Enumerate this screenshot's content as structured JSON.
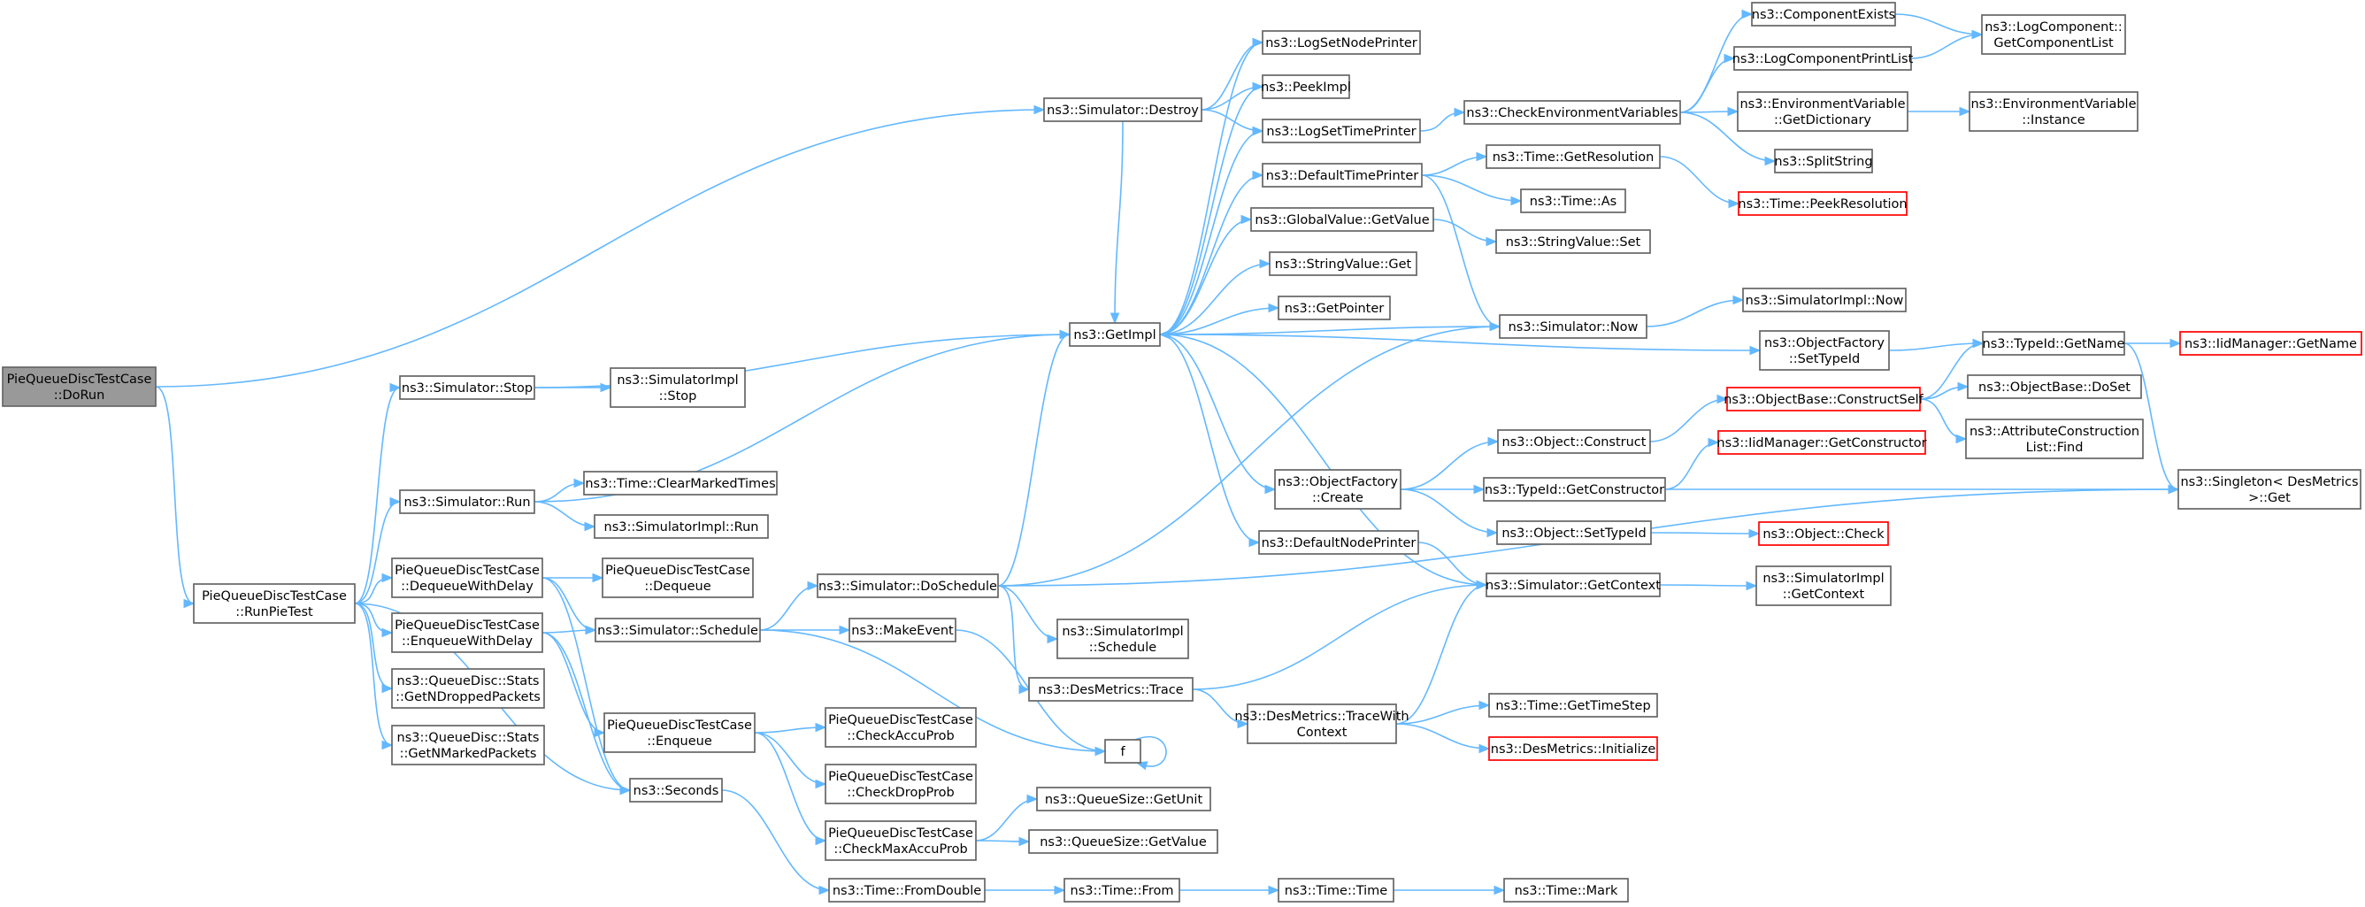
{
  "graph": {
    "colors": {
      "edge": "#63b8ff",
      "node_border": "#666666",
      "root_fill": "#999999",
      "incomplete_border": "#ff0000"
    },
    "nodes": [
      {
        "id": "n0",
        "lines": [
          "PieQueueDiscTestCase",
          "::DoRun"
        ],
        "style": "root"
      },
      {
        "id": "n1",
        "lines": [
          "PieQueueDiscTestCase",
          "::RunPieTest"
        ]
      },
      {
        "id": "n2",
        "lines": [
          "ns3::Simulator::Destroy"
        ]
      },
      {
        "id": "n3",
        "lines": [
          "ns3::GetImpl"
        ]
      },
      {
        "id": "n4",
        "lines": [
          "ns3::LogSetNodePrinter"
        ]
      },
      {
        "id": "n5",
        "lines": [
          "ns3::LogSetTimePrinter"
        ]
      },
      {
        "id": "n6",
        "lines": [
          "ns3::PeekImpl"
        ]
      },
      {
        "id": "n7",
        "lines": [
          "ns3::Simulator::Stop"
        ]
      },
      {
        "id": "n8",
        "lines": [
          "ns3::SimulatorImpl",
          "::Stop"
        ]
      },
      {
        "id": "n9",
        "lines": [
          "ns3::Simulator::Run"
        ]
      },
      {
        "id": "n10",
        "lines": [
          "ns3::Time::ClearMarkedTimes"
        ]
      },
      {
        "id": "n11",
        "lines": [
          "ns3::SimulatorImpl::Run"
        ]
      },
      {
        "id": "n12",
        "lines": [
          "PieQueueDiscTestCase",
          "::DequeueWithDelay"
        ]
      },
      {
        "id": "n13",
        "lines": [
          "PieQueueDiscTestCase",
          "::Dequeue"
        ]
      },
      {
        "id": "n14",
        "lines": [
          "ns3::Simulator::Schedule"
        ]
      },
      {
        "id": "n15",
        "lines": [
          "PieQueueDiscTestCase",
          "::EnqueueWithDelay"
        ]
      },
      {
        "id": "n16",
        "lines": [
          "ns3::QueueDisc::Stats",
          "::GetNDroppedPackets"
        ]
      },
      {
        "id": "n17",
        "lines": [
          "ns3::QueueDisc::Stats",
          "::GetNMarkedPackets"
        ]
      },
      {
        "id": "n18",
        "lines": [
          "PieQueueDiscTestCase",
          "::Enqueue"
        ]
      },
      {
        "id": "n19",
        "lines": [
          "ns3::Seconds"
        ]
      },
      {
        "id": "n20",
        "lines": [
          "ns3::Simulator::DoSchedule"
        ]
      },
      {
        "id": "n21",
        "lines": [
          "ns3::MakeEvent"
        ]
      },
      {
        "id": "n22",
        "lines": [
          "f"
        ]
      },
      {
        "id": "n23",
        "lines": [
          "ns3::SimulatorImpl",
          "::Schedule"
        ]
      },
      {
        "id": "n24",
        "lines": [
          "ns3::DesMetrics::Trace"
        ]
      },
      {
        "id": "n25",
        "lines": [
          "PieQueueDiscTestCase",
          "::CheckAccuProb"
        ]
      },
      {
        "id": "n26",
        "lines": [
          "PieQueueDiscTestCase",
          "::CheckDropProb"
        ]
      },
      {
        "id": "n27",
        "lines": [
          "PieQueueDiscTestCase",
          "::CheckMaxAccuProb"
        ]
      },
      {
        "id": "n28",
        "lines": [
          "ns3::QueueSize::GetUnit"
        ]
      },
      {
        "id": "n29",
        "lines": [
          "ns3::QueueSize::GetValue"
        ]
      },
      {
        "id": "n30",
        "lines": [
          "ns3::Time::FromDouble"
        ]
      },
      {
        "id": "n31",
        "lines": [
          "ns3::Time::From"
        ]
      },
      {
        "id": "n32",
        "lines": [
          "ns3::Time::Time"
        ]
      },
      {
        "id": "n33",
        "lines": [
          "ns3::Time::Mark"
        ]
      },
      {
        "id": "n34",
        "lines": [
          "ns3::DefaultTimePrinter"
        ]
      },
      {
        "id": "n35",
        "lines": [
          "ns3::GlobalValue::GetValue"
        ]
      },
      {
        "id": "n36",
        "lines": [
          "ns3::StringValue::Get"
        ]
      },
      {
        "id": "n37",
        "lines": [
          "ns3::GetPointer"
        ]
      },
      {
        "id": "n38",
        "lines": [
          "ns3::ObjectFactory",
          "::Create"
        ]
      },
      {
        "id": "n39",
        "lines": [
          "ns3::DefaultNodePrinter"
        ]
      },
      {
        "id": "n40",
        "lines": [
          "ns3::CheckEnvironmentVariables"
        ]
      },
      {
        "id": "n41",
        "lines": [
          "ns3::Time::GetResolution"
        ]
      },
      {
        "id": "n42",
        "lines": [
          "ns3::Time::As"
        ]
      },
      {
        "id": "n43",
        "lines": [
          "ns3::StringValue::Set"
        ]
      },
      {
        "id": "n44",
        "lines": [
          "ns3::Simulator::Now"
        ]
      },
      {
        "id": "n45",
        "lines": [
          "ns3::Object::Construct"
        ]
      },
      {
        "id": "n46",
        "lines": [
          "ns3::TypeId::GetConstructor"
        ]
      },
      {
        "id": "n47",
        "lines": [
          "ns3::Object::SetTypeId"
        ]
      },
      {
        "id": "n48",
        "lines": [
          "ns3::Simulator::GetContext"
        ]
      },
      {
        "id": "n49",
        "lines": [
          "ns3::DesMetrics::TraceWith",
          "Context"
        ]
      },
      {
        "id": "n50",
        "lines": [
          "ns3::Time::GetTimeStep"
        ]
      },
      {
        "id": "n51",
        "lines": [
          "ns3::DesMetrics::Initialize"
        ],
        "style": "red"
      },
      {
        "id": "n52",
        "lines": [
          "ns3::ComponentExists"
        ]
      },
      {
        "id": "n53",
        "lines": [
          "ns3::LogComponentPrintList"
        ]
      },
      {
        "id": "n54",
        "lines": [
          "ns3::EnvironmentVariable",
          "::GetDictionary"
        ]
      },
      {
        "id": "n55",
        "lines": [
          "ns3::SplitString"
        ]
      },
      {
        "id": "n56",
        "lines": [
          "ns3::Time::PeekResolution"
        ],
        "style": "red"
      },
      {
        "id": "n57",
        "lines": [
          "ns3::SimulatorImpl::Now"
        ]
      },
      {
        "id": "n58",
        "lines": [
          "ns3::ObjectFactory",
          "::SetTypeId"
        ]
      },
      {
        "id": "n59",
        "lines": [
          "ns3::ObjectBase::ConstructSelf"
        ],
        "style": "red"
      },
      {
        "id": "n60",
        "lines": [
          "ns3::IidManager::GetConstructor"
        ],
        "style": "red"
      },
      {
        "id": "n61",
        "lines": [
          "ns3::Object::Check"
        ],
        "style": "red"
      },
      {
        "id": "n62",
        "lines": [
          "ns3::SimulatorImpl",
          "::GetContext"
        ]
      },
      {
        "id": "n63",
        "lines": [
          "ns3::LogComponent::",
          "GetComponentList"
        ]
      },
      {
        "id": "n64",
        "lines": [
          "ns3::EnvironmentVariable",
          "::Instance"
        ]
      },
      {
        "id": "n65",
        "lines": [
          "ns3::TypeId::GetName"
        ]
      },
      {
        "id": "n66",
        "lines": [
          "ns3::ObjectBase::DoSet"
        ]
      },
      {
        "id": "n67",
        "lines": [
          "ns3::AttributeConstruction",
          "List::Find"
        ]
      },
      {
        "id": "n68",
        "lines": [
          "ns3::IidManager::GetName"
        ],
        "style": "red"
      },
      {
        "id": "n69",
        "lines": [
          "ns3::Singleton< DesMetrics",
          " >::Get"
        ]
      }
    ],
    "edges": [
      [
        "n0",
        "n2"
      ],
      [
        "n0",
        "n1"
      ],
      [
        "n1",
        "n7"
      ],
      [
        "n1",
        "n9"
      ],
      [
        "n1",
        "n12"
      ],
      [
        "n1",
        "n15"
      ],
      [
        "n1",
        "n16"
      ],
      [
        "n1",
        "n17"
      ],
      [
        "n1",
        "n19"
      ],
      [
        "n2",
        "n3"
      ],
      [
        "n2",
        "n4"
      ],
      [
        "n2",
        "n5"
      ],
      [
        "n2",
        "n6"
      ],
      [
        "n3",
        "n4"
      ],
      [
        "n3",
        "n5"
      ],
      [
        "n3",
        "n6"
      ],
      [
        "n3",
        "n34"
      ],
      [
        "n3",
        "n35"
      ],
      [
        "n3",
        "n36"
      ],
      [
        "n3",
        "n37"
      ],
      [
        "n3",
        "n38"
      ],
      [
        "n3",
        "n39"
      ],
      [
        "n3",
        "n58"
      ],
      [
        "n7",
        "n3"
      ],
      [
        "n7",
        "n8"
      ],
      [
        "n9",
        "n3"
      ],
      [
        "n9",
        "n10"
      ],
      [
        "n9",
        "n11"
      ],
      [
        "n12",
        "n13"
      ],
      [
        "n12",
        "n14"
      ],
      [
        "n12",
        "n19"
      ],
      [
        "n15",
        "n18"
      ],
      [
        "n15",
        "n14"
      ],
      [
        "n15",
        "n19"
      ],
      [
        "n14",
        "n20"
      ],
      [
        "n14",
        "n21"
      ],
      [
        "n14",
        "n22"
      ],
      [
        "n18",
        "n25"
      ],
      [
        "n18",
        "n26"
      ],
      [
        "n18",
        "n27"
      ],
      [
        "n19",
        "n30"
      ],
      [
        "n20",
        "n3"
      ],
      [
        "n20",
        "n44"
      ],
      [
        "n20",
        "n23"
      ],
      [
        "n20",
        "n24"
      ],
      [
        "n20",
        "n69"
      ],
      [
        "n21",
        "n22"
      ],
      [
        "n22",
        "n22"
      ],
      [
        "n24",
        "n49"
      ],
      [
        "n24",
        "n48"
      ],
      [
        "n27",
        "n28"
      ],
      [
        "n27",
        "n29"
      ],
      [
        "n30",
        "n31"
      ],
      [
        "n31",
        "n32"
      ],
      [
        "n32",
        "n33"
      ],
      [
        "n5",
        "n40"
      ],
      [
        "n34",
        "n41"
      ],
      [
        "n34",
        "n42"
      ],
      [
        "n34",
        "n44"
      ],
      [
        "n35",
        "n43"
      ],
      [
        "n38",
        "n45"
      ],
      [
        "n38",
        "n46"
      ],
      [
        "n38",
        "n47"
      ],
      [
        "n39",
        "n48"
      ],
      [
        "n40",
        "n52"
      ],
      [
        "n40",
        "n53"
      ],
      [
        "n40",
        "n54"
      ],
      [
        "n40",
        "n55"
      ],
      [
        "n41",
        "n56"
      ],
      [
        "n44",
        "n3"
      ],
      [
        "n44",
        "n57"
      ],
      [
        "n45",
        "n59"
      ],
      [
        "n46",
        "n60"
      ],
      [
        "n46",
        "n69"
      ],
      [
        "n47",
        "n61"
      ],
      [
        "n48",
        "n3"
      ],
      [
        "n48",
        "n62"
      ],
      [
        "n49",
        "n48"
      ],
      [
        "n49",
        "n50"
      ],
      [
        "n49",
        "n51"
      ],
      [
        "n52",
        "n63"
      ],
      [
        "n53",
        "n63"
      ],
      [
        "n54",
        "n64"
      ],
      [
        "n58",
        "n65"
      ],
      [
        "n59",
        "n65"
      ],
      [
        "n59",
        "n66"
      ],
      [
        "n59",
        "n67"
      ],
      [
        "n65",
        "n68"
      ],
      [
        "n65",
        "n69"
      ]
    ]
  }
}
